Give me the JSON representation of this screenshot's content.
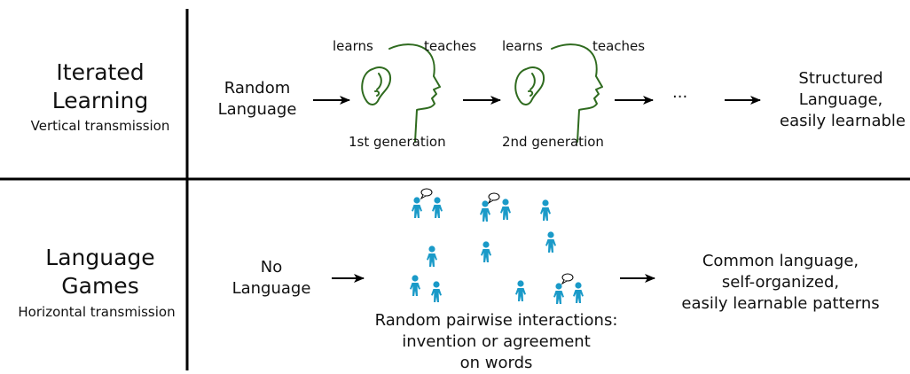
{
  "rows": {
    "iterated": {
      "title_line1": "Iterated",
      "title_line2": "Learning",
      "subtitle": "Vertical transmission",
      "input_line1": "Random",
      "input_line2": "Language",
      "gen1": {
        "learns": "learns",
        "teaches": "teaches",
        "label": "1st generation"
      },
      "gen2": {
        "learns": "learns",
        "teaches": "teaches",
        "label": "2nd generation"
      },
      "ellipsis": "···",
      "output_line1": "Structured",
      "output_line2": "Language,",
      "output_line3": "easily learnable"
    },
    "games": {
      "title_line1": "Language",
      "title_line2": "Games",
      "subtitle": "Horizontal transmission",
      "input_line1": "No",
      "input_line2": "Language",
      "caption_line1": "Random pairwise interactions:",
      "caption_line2": "invention or agreement",
      "caption_line3": "on words",
      "output_line1": "Common language,",
      "output_line2": "self-organized,",
      "output_line3": "easily learnable patterns"
    }
  },
  "colors": {
    "head": "#2f6b1f",
    "person": "#1a9ac8",
    "divider": "#000000"
  }
}
